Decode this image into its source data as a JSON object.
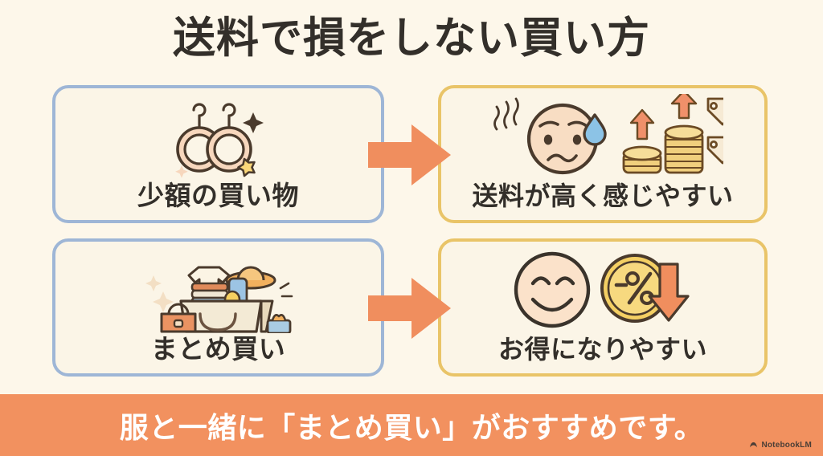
{
  "page": {
    "title": "送料で損をしない買い方",
    "background_color": "#fdf7ea",
    "title_color": "#332f2a"
  },
  "flow": {
    "rows": [
      {
        "cause": {
          "label": "少額の買い物",
          "icon": "two-hangers-icon",
          "border_color": "#9eb6d6",
          "fill_color": "#fbf5e7"
        },
        "arrow": {
          "icon": "right-arrow-icon",
          "color": "#f08e5e"
        },
        "effect": {
          "label": "送料が高く感じやすい",
          "icon": "worried-face-and-rising-coins-icon",
          "border_color": "#e9c468",
          "fill_color": "#fbf5e7"
        }
      },
      {
        "cause": {
          "label": "まとめ買い",
          "icon": "shopping-bag-icon",
          "border_color": "#9eb6d6",
          "fill_color": "#fbf5e7"
        },
        "arrow": {
          "icon": "right-arrow-icon",
          "color": "#f08e5e"
        },
        "effect": {
          "label": "お得になりやすい",
          "icon": "smiley-face-and-discount-coin-icon",
          "border_color": "#e9c468",
          "fill_color": "#fbf5e7"
        }
      }
    ]
  },
  "banner": {
    "text": "服と一緒に「まとめ買い」がおすすめです。",
    "background_color": "#f2915f",
    "text_color": "#ffffff"
  },
  "watermark": {
    "label": "NotebookLM",
    "icon": "notebooklm-logo-icon"
  }
}
